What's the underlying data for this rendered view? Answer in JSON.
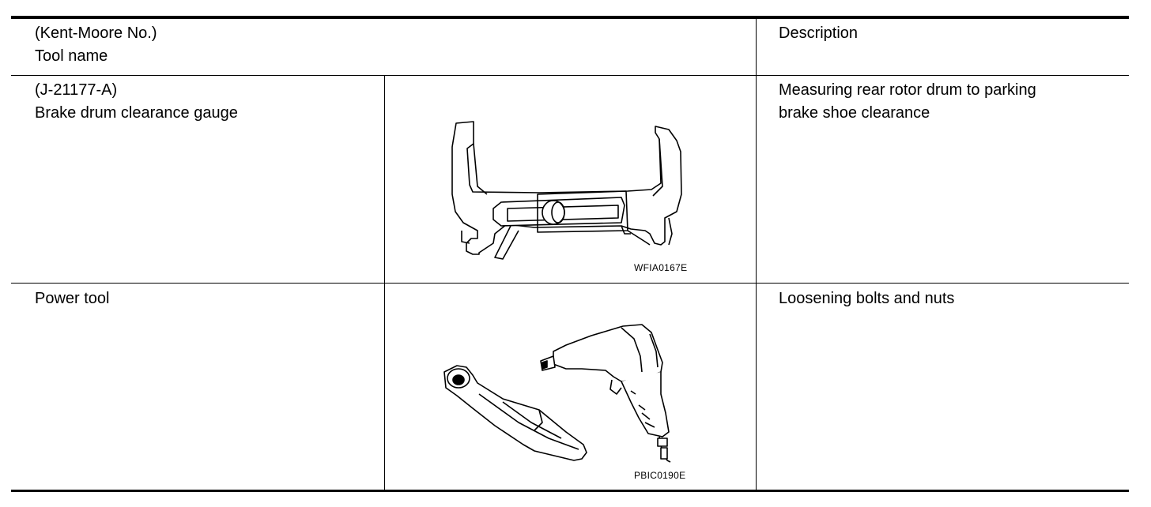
{
  "header": {
    "col1_line1": "(Kent-Moore No.)",
    "col1_line2": "Tool name",
    "col3": "Description"
  },
  "rows": [
    {
      "tool_number": "(J-21177-A)",
      "tool_name": "Brake drum clearance gauge",
      "figure_code": "WFIA0167E",
      "figure_icon": "brake-drum-clearance-gauge-illustration",
      "description_line1": "Measuring rear rotor drum to parking",
      "description_line2": "brake shoe clearance"
    },
    {
      "tool_name": "Power tool",
      "figure_code": "PBIC0190E",
      "figure_icon": "power-tool-illustration",
      "description_line1": "Loosening bolts and nuts"
    }
  ]
}
